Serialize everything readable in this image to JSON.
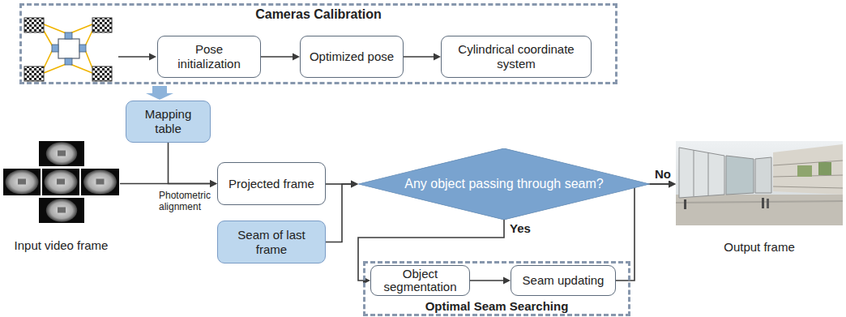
{
  "diagram": {
    "nodes": [
      {
        "text": [
          "Cameras Calibration"
        ]
      },
      {
        "text": [
          "Pose initialization"
        ],
        "in": 0
      },
      {
        "text": [
          "Optimized pose"
        ],
        "in": 0
      },
      {
        "text": [
          "Cylindrical coordinate system"
        ],
        "in": 0
      },
      {
        "text": [
          "Mapping table"
        ]
      },
      {
        "text": [
          "Input video frame"
        ]
      },
      {
        "text": [
          "Projected frame"
        ]
      },
      {
        "text": [
          "Seam of last frame"
        ]
      },
      {
        "text": [
          "Any object passing through seam?"
        ]
      },
      {
        "text": [
          "Output frame"
        ]
      },
      {
        "text": [
          "Optimal Seam Searching"
        ]
      },
      {
        "text": [
          "Object segmentation"
        ],
        "in": 10
      },
      {
        "text": [
          "Seam updating"
        ],
        "in": 10
      }
    ],
    "edges": [
      {
        "from": 0,
        "to": 4,
        "arrow": "to"
      },
      {
        "from": 1,
        "to": 2,
        "arrow": "to"
      },
      {
        "from": 2,
        "to": 3,
        "arrow": "to"
      },
      {
        "from": 4,
        "to": 6,
        "arrow": "to"
      },
      {
        "from": 5,
        "to": 6,
        "label": "Photometric alignment",
        "arrow": "to"
      },
      {
        "from": 6,
        "to": 8,
        "arrow": "to"
      },
      {
        "from": 7,
        "to": 8,
        "arrow": "to"
      },
      {
        "from": 8,
        "to": 9,
        "label": "No",
        "arrow": "to"
      },
      {
        "from": 8,
        "to": 11,
        "label": "Yes",
        "arrow": "to"
      },
      {
        "from": 11,
        "to": 12,
        "arrow": "to"
      },
      {
        "from": 12,
        "to": 9,
        "arrow": "to"
      }
    ]
  }
}
